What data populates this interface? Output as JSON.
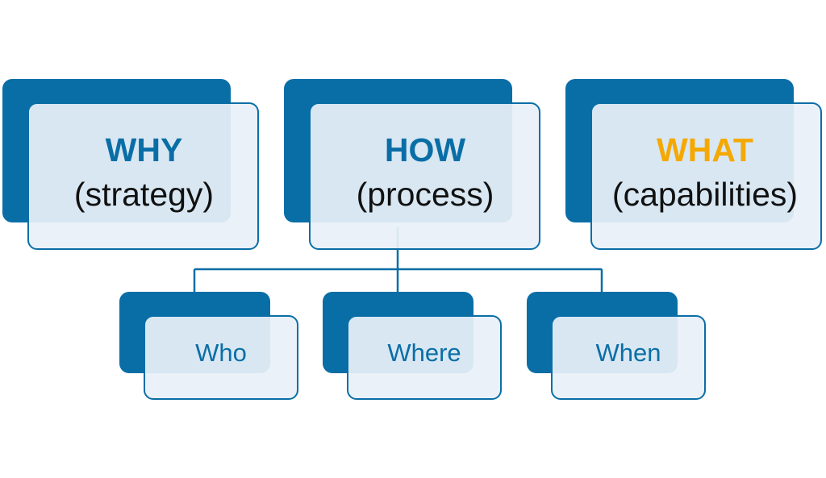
{
  "colors": {
    "primary": "#0a6ea6",
    "card_fill": "#e8f0f8",
    "accent": "#f5a800",
    "text": "#111111"
  },
  "top_cards": [
    {
      "head": "WHY",
      "sub": "(strategy)",
      "head_color": "#0a6ea6"
    },
    {
      "head": "HOW",
      "sub": "(process)",
      "head_color": "#0a6ea6"
    },
    {
      "head": "WHAT",
      "sub": "(capabilities)",
      "head_color": "#f5a800"
    }
  ],
  "bottom_cards": [
    {
      "label": "Who"
    },
    {
      "label": "Where"
    },
    {
      "label": "When"
    }
  ]
}
